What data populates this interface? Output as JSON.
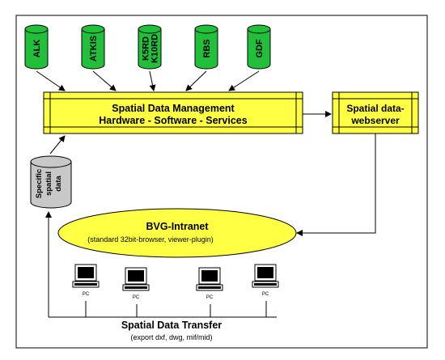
{
  "databases": [
    {
      "lines": [
        "ALK"
      ]
    },
    {
      "lines": [
        "ATKIS"
      ]
    },
    {
      "lines": [
        "K5RD",
        "K10RD"
      ]
    },
    {
      "lines": [
        "RBS"
      ]
    },
    {
      "lines": [
        "GDF"
      ]
    }
  ],
  "management": {
    "line1": "Spatial Data Management",
    "line2": "Hardware - Software - Services"
  },
  "webserver": {
    "line1": "Spatial data-",
    "line2": "webserver"
  },
  "specific": {
    "lines": [
      "Specific",
      "spatial",
      "data"
    ]
  },
  "intranet": {
    "title": "BVG-Intranet",
    "subtitle": "(standard 32bit-browser, viewer-plugin)"
  },
  "pcs": [
    {
      "label": "PC"
    },
    {
      "label": "PC"
    },
    {
      "label": "PC"
    },
    {
      "label": "PC"
    }
  ],
  "transfer": {
    "title": "Spatial Data Transfer",
    "subtitle": "(export dxf, dwg, mif/mid)"
  },
  "colors": {
    "database": "#22c03a",
    "yellow": "#ffff44",
    "gray_db": "#c8c8c8"
  }
}
